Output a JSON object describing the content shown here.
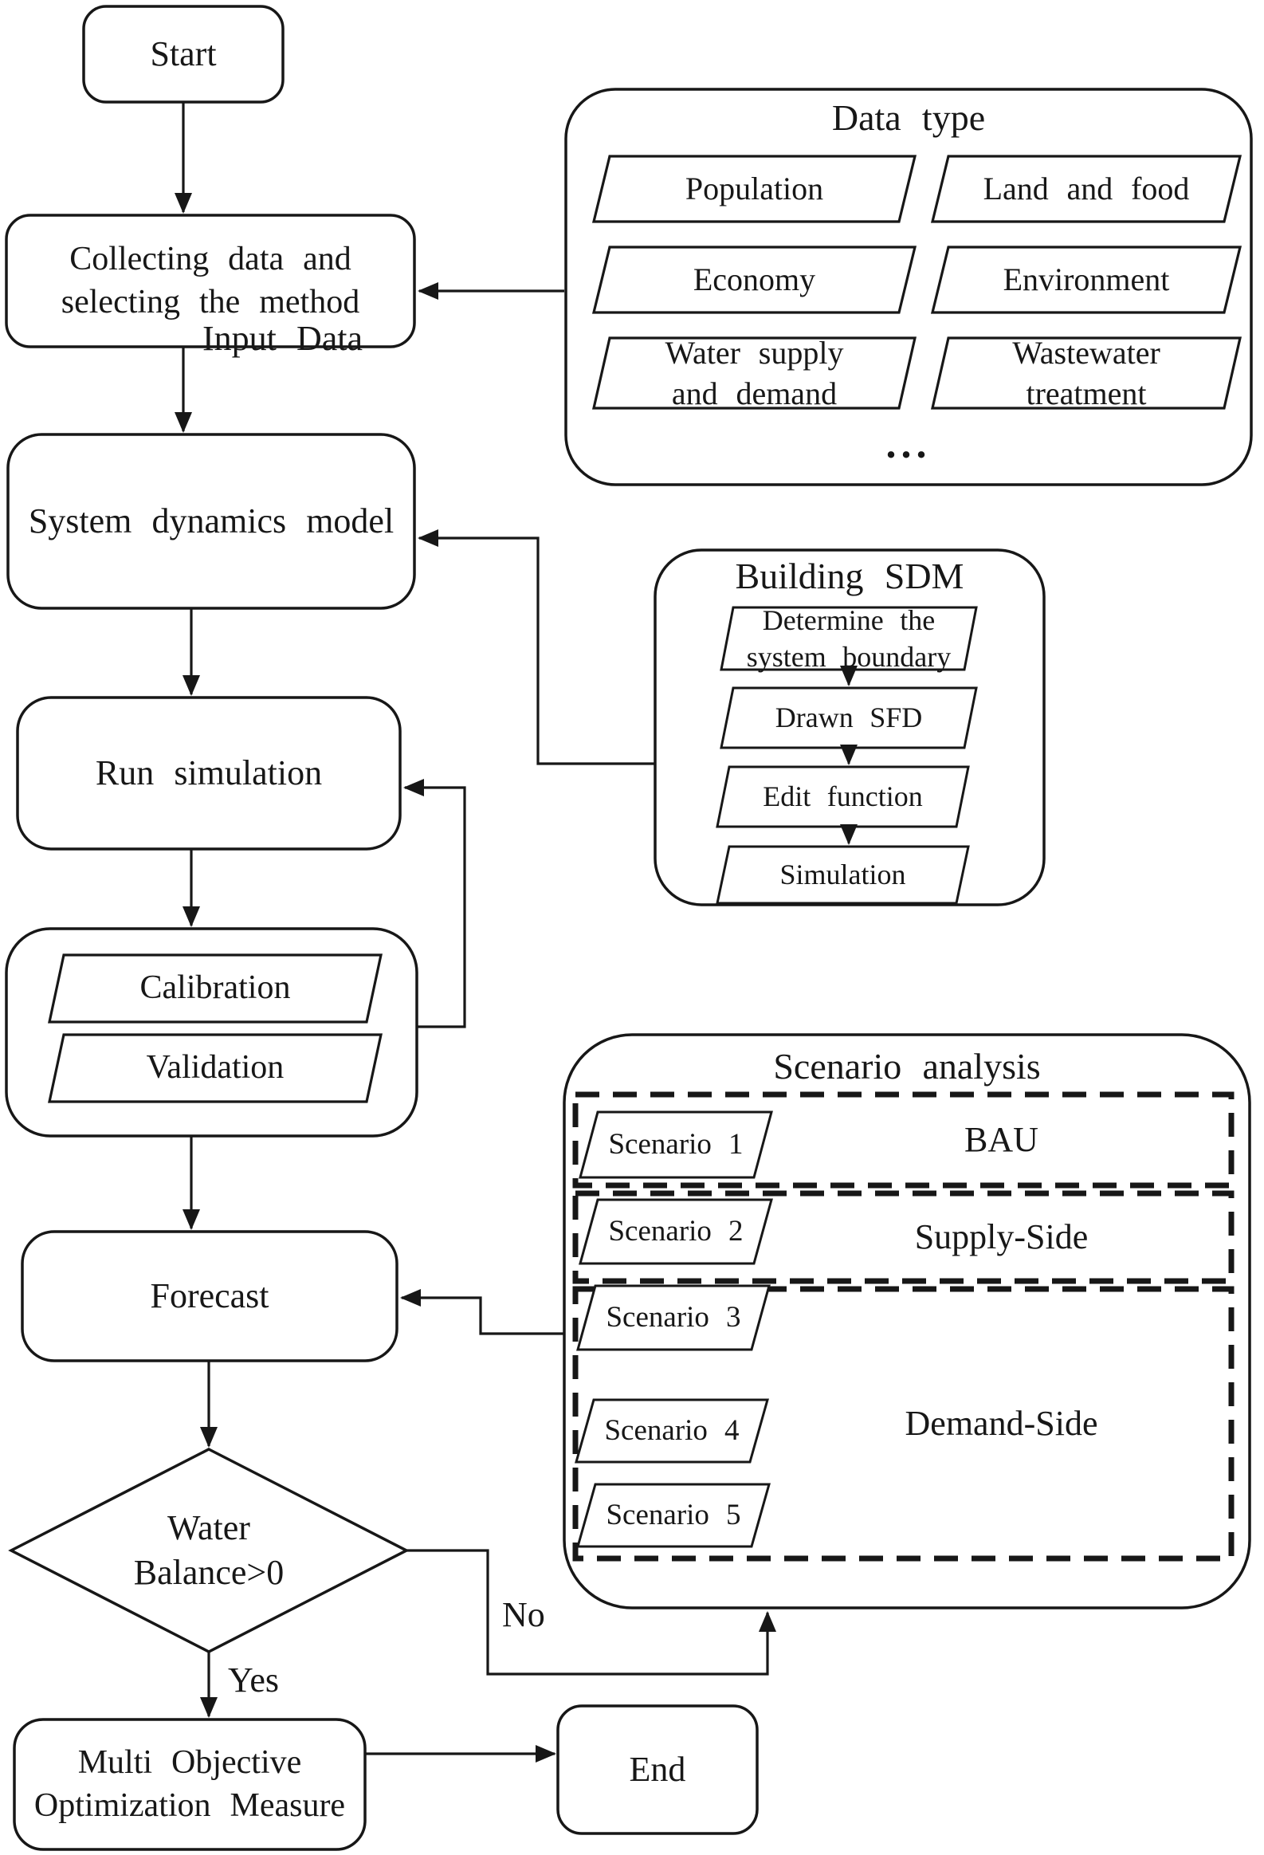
{
  "colors": {
    "ink": "#171717",
    "background": "#ffffff"
  },
  "nodes": {
    "start": "Start",
    "collecting": "Collecting data and\nselecting the method",
    "system_dynamics": "System dynamics model",
    "run_simulation": "Run simulation",
    "calibration": "Calibration",
    "validation": "Validation",
    "forecast": "Forecast",
    "decision": "Water\nBalance>0",
    "multi_objective": "Multi Objective\nOptimization Measure",
    "end": "End"
  },
  "edge_labels": {
    "input_data": "Input Data",
    "yes": "Yes",
    "no": "No"
  },
  "data_type": {
    "title": "Data type",
    "items": [
      "Population",
      "Land and food",
      "Economy",
      "Environment",
      "Water supply\nand demand",
      "Wastewater\ntreatment"
    ],
    "ellipsis": "..."
  },
  "building_sdm": {
    "title": "Building SDM",
    "steps": [
      "Determine the\nsystem boundary",
      "Drawn SFD",
      "Edit function",
      "Simulation"
    ]
  },
  "scenario_analysis": {
    "title": "Scenario analysis",
    "scenarios": [
      "Scenario 1",
      "Scenario 2",
      "Scenario 3",
      "Scenario 4",
      "Scenario 5"
    ],
    "groups": [
      "BAU",
      "Supply-Side",
      "Demand-Side"
    ]
  }
}
